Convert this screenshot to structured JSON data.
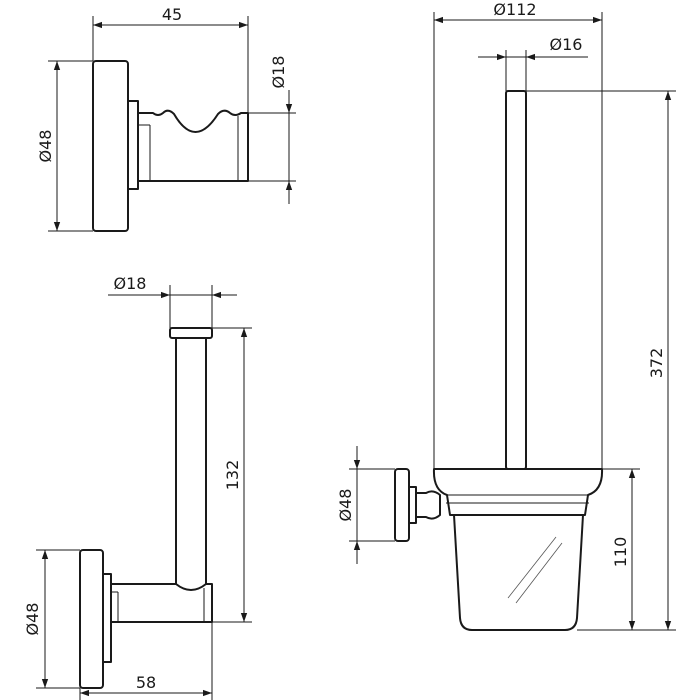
{
  "dimensions": {
    "hook_width": "45",
    "hook_diameter": "Ø48",
    "hook_bar": "Ø18",
    "holder_rod": "Ø18",
    "holder_height": "132",
    "holder_diameter": "Ø48",
    "holder_depth": "58",
    "brush_cup": "Ø112",
    "brush_handle": "Ø16",
    "brush_height": "372",
    "brush_mount": "Ø48",
    "brush_cup_height": "110"
  },
  "colors": {
    "line": "#1a1a1a",
    "background": "#ffffff"
  }
}
